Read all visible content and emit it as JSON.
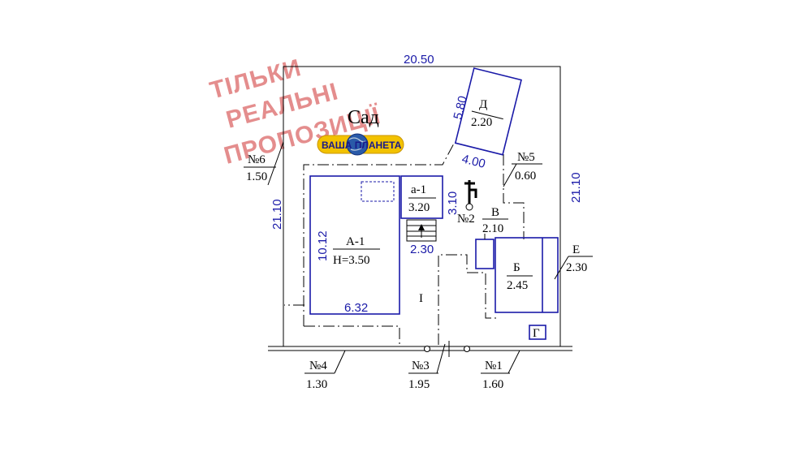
{
  "watermark": {
    "lines": [
      "ТІЛЬКИ",
      "РЕАЛЬНІ",
      "ПРОПОЗИЦІЇ"
    ],
    "color": "#e07a7a"
  },
  "garden_label": "Сад",
  "logo": {
    "text": "ВАША ПЛАНЕТА",
    "bg_color": "#f2c200",
    "text_color": "#1a1a8a"
  },
  "colors": {
    "dimension": "#1a1aa8",
    "lines": "#000000"
  },
  "dimensions": {
    "top": "20.50",
    "left": "21.10",
    "right": "21.10",
    "a1_height": "10.12",
    "a1_width": "6.32",
    "porch_width": "2.30",
    "annex_height": "3.10",
    "shed_d_side": "5.80",
    "shed_d_bottom": "4.00"
  },
  "buildings": {
    "A1": {
      "name": "А-1",
      "height": "Н=3.50"
    },
    "a1": {
      "name": "а-1",
      "value": "3.20"
    },
    "D": {
      "name": "Д",
      "value": "2.20"
    },
    "B_cyr": {
      "name": "Б",
      "value": "2.45"
    },
    "V": {
      "name": "В",
      "value": "2.10"
    },
    "G": {
      "name": "Г"
    },
    "E": {
      "name": "Е",
      "value": "2.30"
    }
  },
  "yard_label": "І",
  "fences": {
    "n1": {
      "name": "№1",
      "value": "1.60"
    },
    "n3": {
      "name": "№3",
      "value": "1.95"
    },
    "n4": {
      "name": "№4",
      "value": "1.30"
    },
    "n5": {
      "name": "№5",
      "value": "0.60"
    },
    "n6": {
      "name": "№6",
      "value": "1.50"
    }
  },
  "well": {
    "name": "№2",
    "icon": "well-pump-icon"
  }
}
